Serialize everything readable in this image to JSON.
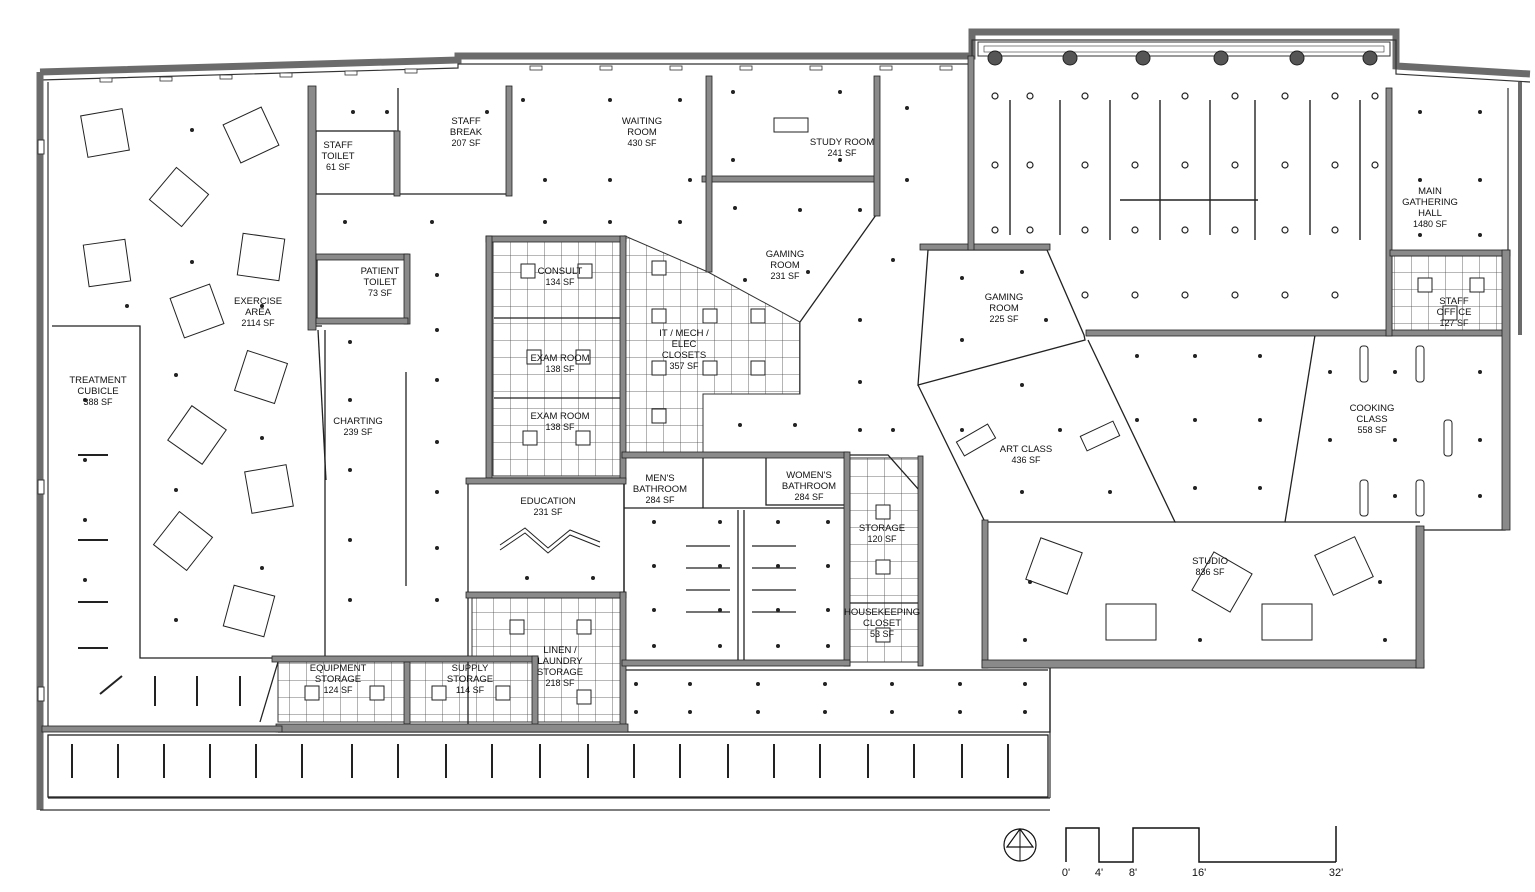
{
  "rooms": {
    "exercise_area": {
      "name": [
        "EXERCISE",
        "AREA"
      ],
      "area": "2114 SF"
    },
    "treatment_cubicle": {
      "name": [
        "TREATMENT",
        "CUBICLE"
      ],
      "area": "388 SF"
    },
    "staff_toilet": {
      "name": [
        "STAFF",
        "TOILET"
      ],
      "area": "61 SF"
    },
    "staff_break": {
      "name": [
        "STAFF",
        "BREAK"
      ],
      "area": "207 SF"
    },
    "waiting_room": {
      "name": [
        "WAITING",
        "ROOM"
      ],
      "area": "430 SF"
    },
    "study_room": {
      "name": [
        "STUDY ROOM"
      ],
      "area": "241 SF"
    },
    "patient_toilet": {
      "name": [
        "PATIENT",
        "TOILET"
      ],
      "area": "73 SF"
    },
    "charting": {
      "name": [
        "CHARTING"
      ],
      "area": "239 SF"
    },
    "consult": {
      "name": [
        "CONSULT"
      ],
      "area": "134 SF"
    },
    "exam_room_1": {
      "name": [
        "EXAM ROOM"
      ],
      "area": "138 SF"
    },
    "exam_room_2": {
      "name": [
        "EXAM ROOM"
      ],
      "area": "138 SF"
    },
    "it_mech_elec": {
      "name": [
        "IT / MECH /",
        "ELEC",
        "CLOSETS"
      ],
      "area": "357 SF"
    },
    "gaming_room_1": {
      "name": [
        "GAMING",
        "ROOM"
      ],
      "area": "231 SF"
    },
    "gaming_room_2": {
      "name": [
        "GAMING",
        "ROOM"
      ],
      "area": "225 SF"
    },
    "main_gathering": {
      "name": [
        "MAIN",
        "GATHERING",
        "HALL"
      ],
      "area": "1480 SF"
    },
    "staff_office": {
      "name": [
        "STAFF",
        "OFFICE"
      ],
      "area": "127 SF"
    },
    "art_class": {
      "name": [
        "ART CLASS"
      ],
      "area": "436 SF"
    },
    "cooking_class": {
      "name": [
        "COOKING",
        "CLASS"
      ],
      "area": "558 SF"
    },
    "education": {
      "name": [
        "EDUCATION"
      ],
      "area": "231 SF"
    },
    "mens_bathroom": {
      "name": [
        "MEN'S",
        "BATHROOM"
      ],
      "area": "284 SF"
    },
    "womens_bathroom": {
      "name": [
        "WOMEN'S",
        "BATHROOM"
      ],
      "area": "284 SF"
    },
    "storage": {
      "name": [
        "STORAGE"
      ],
      "area": "120 SF"
    },
    "housekeeping": {
      "name": [
        "HOUSEKEEPING",
        "CLOSET"
      ],
      "area": "53 SF"
    },
    "studio": {
      "name": [
        "STUDIO"
      ],
      "area": "836 SF"
    },
    "equipment_storage": {
      "name": [
        "EQUIPMENT",
        "STORAGE"
      ],
      "area": "124 SF"
    },
    "supply_storage": {
      "name": [
        "SUPPLY",
        "STORAGE"
      ],
      "area": "114 SF"
    },
    "linen_laundry": {
      "name": [
        "LINEN /",
        "LAUNDRY",
        "STORAGE"
      ],
      "area": "218 SF"
    }
  },
  "scale_bar": {
    "ticks": [
      "0'",
      "4'",
      "8'",
      "16'",
      "32'"
    ]
  },
  "colors": {
    "wall": "#6b6b6b",
    "line": "#1a1a1a",
    "tile": "#555555"
  },
  "icons": {
    "north_arrow": "north-arrow-icon"
  }
}
